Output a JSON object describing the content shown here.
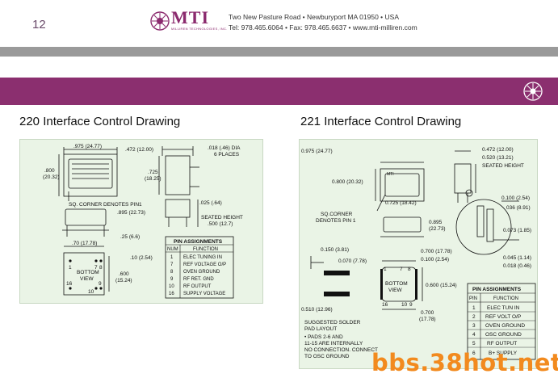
{
  "header": {
    "page_number": "12",
    "logo_text": "MTI",
    "logo_subtext": "MILLIREN TECHNOLOGIES, INC.",
    "address": "Two New Pasture Road • Newburyport MA 01950 • USA",
    "contact": "Tel: 978.465.6064 • Fax: 978.465.6637 • www.mti-milliren.com"
  },
  "drawing220": {
    "title": "220 Interface Control Drawing",
    "dims": {
      "width_top": ".975 (24.77)",
      "side_w": ".472 (12.00)",
      "height_left": ".800",
      "height_left2": "(20.32)",
      "pin_dia": ".018 (.46) DIA",
      "places": "6 PLACES",
      "height_side": ".725",
      "height_side2": "(18.25)",
      "pin_note": "SQ. CORNER DENOTES PIN1",
      "pin_off": ".025 (.64)",
      "w895": ".895 (22.73)",
      "seated": "SEATED HEIGHT",
      "seated_val": ".500 (12.7)",
      "gap": ".25 (6.6)",
      "pin_sp_70": ".70 (17.78)",
      "pin_sp_10": ".10 (2.54)",
      "pin_600": ".600",
      "pin_600b": "(15.24)",
      "bottom_view": "BOTTOM",
      "bottom_view2": "VIEW"
    },
    "pin_labels": [
      "1",
      "7",
      "8",
      "16",
      "9",
      "10"
    ],
    "pin_table": {
      "title": "PIN ASSIGNMENTS",
      "headers": [
        "NUM",
        "FUNCTION"
      ],
      "rows": [
        [
          "1",
          "ELEC TUNING IN"
        ],
        [
          "7",
          "REF VOLTAGE O/P"
        ],
        [
          "8",
          "OVEN GROUND"
        ],
        [
          "9",
          "RF RET. GND"
        ],
        [
          "10",
          "RF OUTPUT"
        ],
        [
          "16",
          "SUPPLY VOLTAGE"
        ]
      ]
    }
  },
  "drawing221": {
    "title": "221 Interface Control Drawing",
    "dims": {
      "w975": "0.975 (24.77)",
      "w472": "0.472 (12.00)",
      "h520": "0.520 (13.21)",
      "seated": "SEATED HEIGHT",
      "h800": "0.800 (20.32)",
      "w725": "0.725 (18.42)",
      "pin_note1": "SQ.CORNER",
      "pin_note2": "DENOTES PIN 1",
      "w895": "0.895",
      "w895b": "(22.73)",
      "d100": "0.100 (2.54)",
      "d036": "036 (8.91)",
      "d073": "0.073 (1.85)",
      "d045": "0.045 (1.14)",
      "d018": "0.018 (0.46)",
      "d150": "0.150 (3.81)",
      "d070": "0.070 (7.78)",
      "d700t": "0.700 (17.78)",
      "d100b": "0.100 (2.54)",
      "d600": "0.600 (15.24)",
      "d510": "0.510 (12.96)",
      "d700b": "0.700",
      "d700b2": "(17.78)",
      "bottom_view": "BOTTOM",
      "bottom_view2": "VIEW",
      "pad1": "SUGGESTED SOLDER",
      "pad2": "PAD LAYOUT",
      "note1": "• PADS 2-6 AND",
      "note2": "11-15 ARE INTERNALLY",
      "note3": "NO CONNECTION. CONNECT",
      "note4": "TO OSC GROUND"
    },
    "pin_labels": [
      "1",
      "7",
      "8",
      "16",
      "10",
      "9"
    ],
    "pin_table": {
      "title": "PIN ASSIGNMENTS",
      "headers": [
        "PIN",
        "FUNCTION"
      ],
      "rows": [
        [
          "1",
          "ELEC TUN IN"
        ],
        [
          "2",
          "REF VOLT O/P"
        ],
        [
          "3",
          "OVEN GROUND"
        ],
        [
          "4",
          "OSC GROUND"
        ],
        [
          "5",
          "RF OUTPUT"
        ],
        [
          "6",
          "B+ SUPPLY"
        ]
      ]
    }
  },
  "watermark": "bbs.38hot.net",
  "colors": {
    "brand": "#8b2f6f",
    "panel": "#eaf4e6",
    "watermark": "#f28a1e"
  }
}
